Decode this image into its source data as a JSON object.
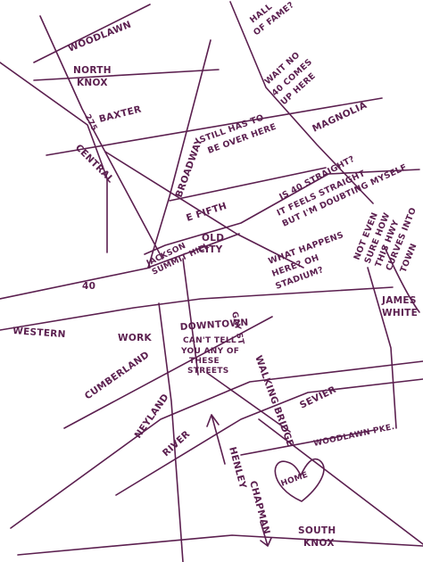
{
  "colors": {
    "ink": "#5b1f4f",
    "background": "#ffffff"
  },
  "roads": {
    "woodlawn": "WOODLAWN",
    "north_knox": [
      "NORTH",
      "KNOX"
    ],
    "i275": "275",
    "baxter": "BAXTER",
    "central": "CENTRAL",
    "broadway": "BROADWAY",
    "magnolia": "MAGNOLIA",
    "e_fifth": "E FIFTH",
    "i40": "40",
    "western": "WESTERN",
    "cumberland": "CUMBERLAND",
    "neyland": "NEYLAND",
    "river": "RIVER",
    "henley": "HENLEY",
    "chapman": "CHAPMAN",
    "walking_bridge": "WALKING BRIDGE",
    "gay": "GAY ST",
    "sevier": "SEVIER",
    "woodlawn_pike": "WOODLAWN PKE.",
    "south_knox": [
      "SOUTH",
      "KNOX"
    ],
    "james_white": [
      "JAMES",
      "WHITE"
    ]
  },
  "areas": {
    "jackson_summit_hill": [
      "JACKSON",
      "SUMMIT HILL"
    ],
    "old_city": [
      "OLD",
      "CITY"
    ],
    "downtown": "DOWNTOWN",
    "work": "WORK",
    "home": "HOME"
  },
  "notes": {
    "hall_of_fame": [
      "HALL",
      "OF FAME?"
    ],
    "wait_40": [
      "WAIT NO",
      "40 COMES",
      "UP HERE"
    ],
    "still_over_here": [
      "STILL HAS TO",
      "BE OVER HERE"
    ],
    "is_40_straight": [
      "IS 40 STRAIGHT?",
      "IT FEELS STRAIGHT",
      "BUT I'M DOUBTING MYSELF"
    ],
    "what_happens": [
      "WHAT HAPPENS",
      "HERE? OH",
      "STADIUM?"
    ],
    "not_even_sure": [
      "NOT EVEN",
      "SURE HOW",
      "THIS HWY",
      "CURVES INTO",
      "TOWN"
    ],
    "cant_tell": [
      "CAN'T TELL",
      "YOU ANY OF",
      "THESE",
      "STREETS"
    ]
  }
}
